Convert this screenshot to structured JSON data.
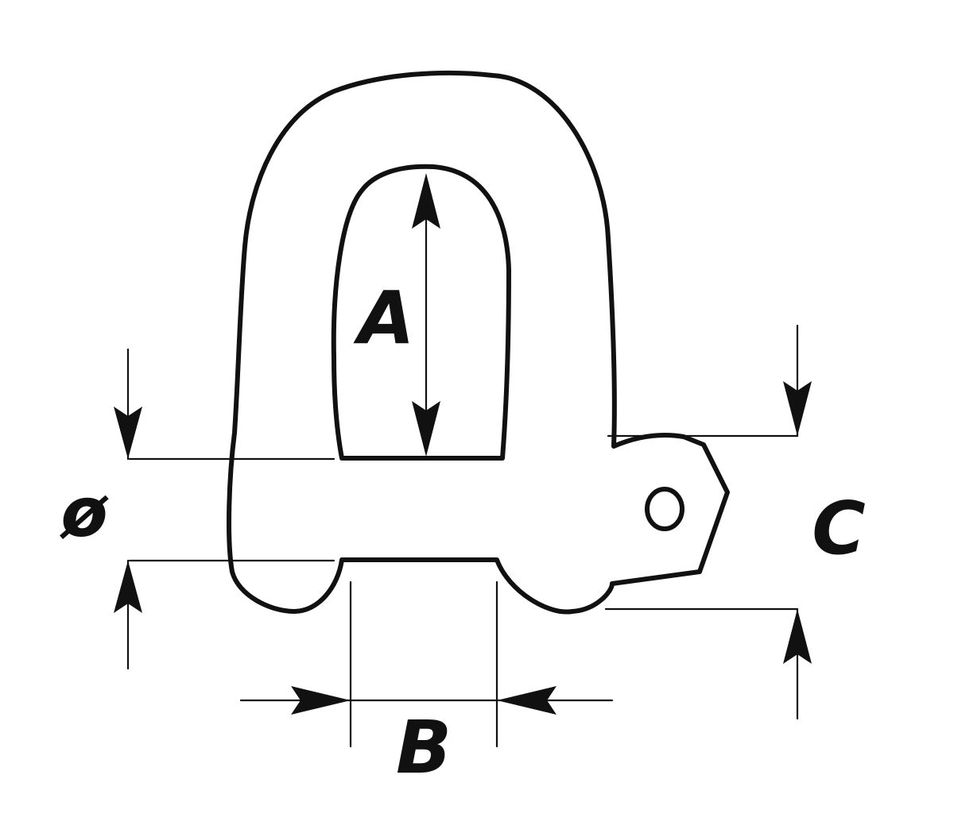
{
  "diagram": {
    "labels": {
      "inner_length": "A",
      "inner_width": "B",
      "eye_width": "C",
      "pin_diameter": "ø"
    }
  }
}
